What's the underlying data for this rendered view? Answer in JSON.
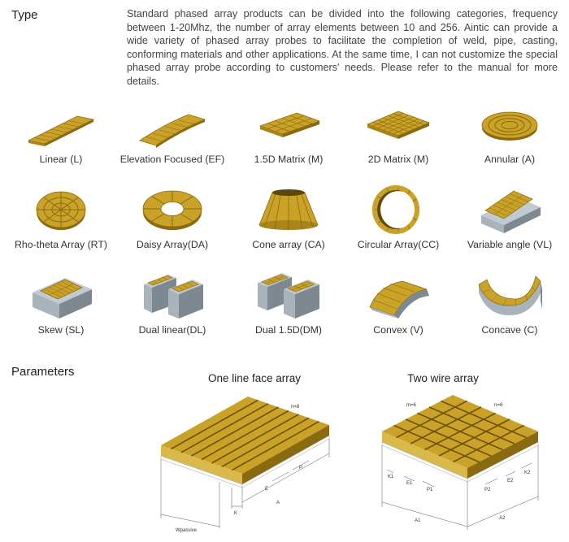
{
  "type_section": {
    "title": "Type",
    "intro": "Standard phased array products can be divided into the following categories, frequency between 1-20Mhz, the number of array elements between 10 and 256. Aintic can provide a wide variety of phased array probes to facilitate the completion of weld, pipe, casting, conforming materials and other applications. At the same time, I can not customize the special phased array probe according to customers' needs. Please refer to the manual for more details.",
    "probes": [
      {
        "label": "Linear (L)",
        "icon": "linear-probe-icon"
      },
      {
        "label": "Elevation Focused (EF)",
        "icon": "elevation-focused-probe-icon"
      },
      {
        "label": "1.5D Matrix (M)",
        "icon": "matrix-1-5d-probe-icon"
      },
      {
        "label": "2D Matrix (M)",
        "icon": "matrix-2d-probe-icon"
      },
      {
        "label": "Annular (A)",
        "icon": "annular-probe-icon"
      },
      {
        "label": "Rho-theta Array (RT)",
        "icon": "rho-theta-probe-icon"
      },
      {
        "label": "Daisy Array(DA)",
        "icon": "daisy-probe-icon"
      },
      {
        "label": "Cone array (CA)",
        "icon": "cone-probe-icon"
      },
      {
        "label": "Circular Array(CC)",
        "icon": "circular-probe-icon"
      },
      {
        "label": "Variable angle (VL)",
        "icon": "variable-angle-probe-icon"
      },
      {
        "label": "Skew (SL)",
        "icon": "skew-probe-icon"
      },
      {
        "label": "Dual linear(DL)",
        "icon": "dual-linear-probe-icon"
      },
      {
        "label": "Dual 1.5D(DM)",
        "icon": "dual-1-5d-probe-icon"
      },
      {
        "label": "Convex (V)",
        "icon": "convex-probe-icon"
      },
      {
        "label": "Concave (C)",
        "icon": "concave-probe-icon"
      }
    ]
  },
  "parameters_section": {
    "title": "Parameters",
    "one_line": {
      "title": "One line face array",
      "labels": {
        "n": "n=8",
        "p": "P",
        "e": "E",
        "a": "A",
        "k": "K",
        "w": "Wpassive"
      }
    },
    "two_wire": {
      "title": "Two wire array",
      "labels": {
        "m": "m=6",
        "n": "n=6",
        "k1": "K1",
        "e1": "E1",
        "p1": "P1",
        "a1": "A1",
        "p2": "P2",
        "e2": "E2",
        "k2": "K2",
        "a2": "A2"
      }
    }
  },
  "colors": {
    "gold": "#c9a227",
    "gold_dark": "#8a6a10",
    "gold_light": "#e3c25a",
    "grey": "#a9b3bc",
    "grey_dark": "#7d8891"
  }
}
